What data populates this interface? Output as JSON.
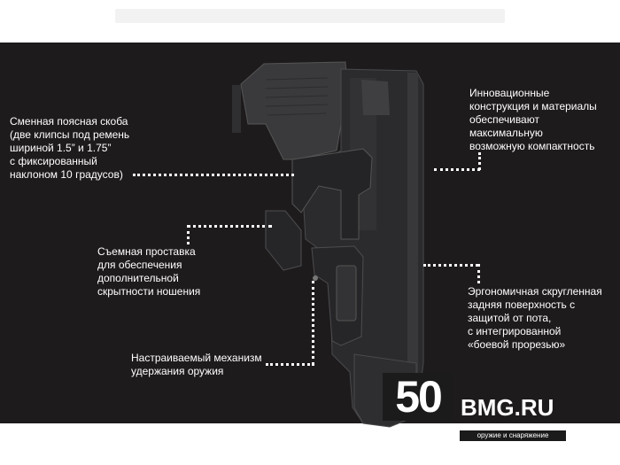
{
  "callouts": {
    "belt_clip": [
      "Сменная поясная скоба",
      "(две клипсы под ремень",
      "шириной 1.5” и 1.75”",
      "с фиксированный",
      "наклоном 10 градусов)"
    ],
    "spacer": [
      "Съемная проставка",
      "для обеспечения",
      "дополнительной",
      "скрытности ношения"
    ],
    "retention": [
      "Настраиваемый механизм",
      "удержания оружия"
    ],
    "innovation": [
      "Инновационные",
      "конструкция и материалы",
      "обеспечивают",
      "максимальную",
      "возможную компактность"
    ],
    "ergonomic": [
      "Эргономичная скругленная",
      "задняя поверхность с",
      "защитой от пота,",
      "с интегрированной",
      "«боевой прорезью»"
    ]
  },
  "watermark": {
    "number": "50",
    "site": "BMG.RU",
    "tagline": "оружие и снаряжение"
  },
  "colors": {
    "panel": "#1e1b1c",
    "text": "#ffffff",
    "holster": "#2b2b2d",
    "pistol": "#3a3a3c"
  }
}
